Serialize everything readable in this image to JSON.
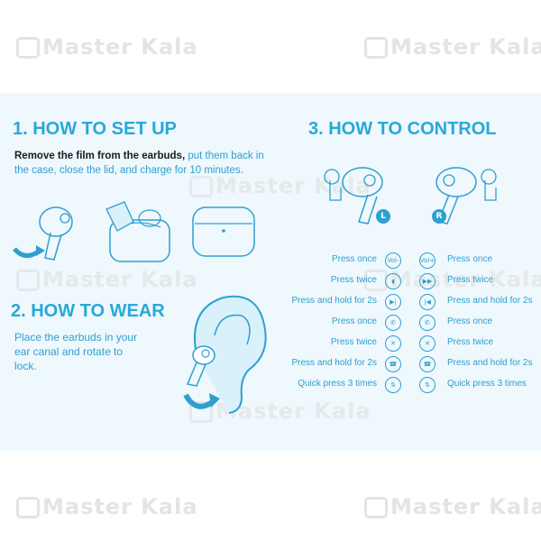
{
  "watermark": {
    "text": "Master Kala"
  },
  "setup": {
    "heading": "1. HOW TO SET UP",
    "instruction_bold": "Remove the film from the earbuds,",
    "instruction_rest": " put them back in the case, close the lid, and charge for 10 minutes."
  },
  "wear": {
    "heading": "2. HOW TO WEAR",
    "instruction": "Place the earbuds in your ear canal and rotate to lock."
  },
  "control": {
    "heading": "3. HOW TO CONTROL",
    "left_badge": "L",
    "right_badge": "R",
    "rows": [
      {
        "left_label": "Press once",
        "right_label": "Press once",
        "left_icon": "voice-assistant-icon",
        "right_icon": "voice-assistant-icon",
        "glyph_left": "Vol-",
        "glyph_right": "Vol+"
      },
      {
        "left_label": "Press twice",
        "right_label": "Press twice",
        "left_icon": "previous-track-icon",
        "right_icon": "next-track-icon",
        "glyph_left": "◖",
        "glyph_right": "▶▶"
      },
      {
        "left_label": "Press and hold for 2s",
        "right_label": "Press and hold for 2s",
        "left_icon": "play-pause-icon",
        "right_icon": "skip-back-icon",
        "glyph_left": "▶|",
        "glyph_right": "|◀"
      },
      {
        "left_label": "Press once",
        "right_label": "Press once",
        "left_icon": "answer-call-icon",
        "right_icon": "answer-call-icon",
        "glyph_left": "✆",
        "glyph_right": "✆"
      },
      {
        "left_label": "Press twice",
        "right_label": "Press twice",
        "left_icon": "reject-call-icon",
        "right_icon": "reject-call-icon",
        "glyph_left": "✕",
        "glyph_right": "✕"
      },
      {
        "left_label": "Press and hold for 2s",
        "right_label": "Press and hold for 2s",
        "left_icon": "hang-up-icon",
        "right_icon": "hang-up-icon",
        "glyph_left": "☎",
        "glyph_right": "☎"
      },
      {
        "left_label": "Quick press 3 times",
        "right_label": "Quick press 3 times",
        "left_icon": "mode-switch-icon",
        "right_icon": "mode-switch-icon",
        "glyph_left": "⇅",
        "glyph_right": "⇅"
      }
    ]
  },
  "colors": {
    "accent": "#2aa8d8",
    "panel": "#eef8fd",
    "watermark": "#e4e4e4"
  }
}
